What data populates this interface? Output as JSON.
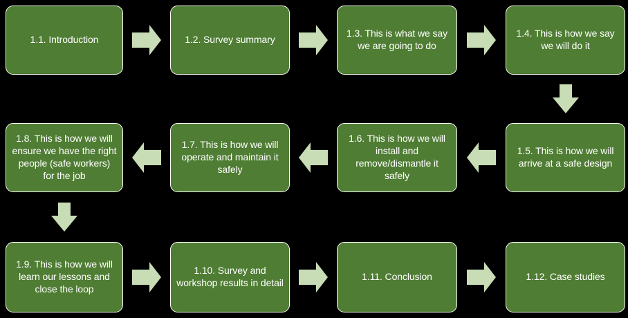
{
  "colors": {
    "background": "#000000",
    "box_fill": "#4f7d33",
    "box_border": "#fdfdfb",
    "box_text": "#ffffff",
    "arrow_fill": "#c8dcb6"
  },
  "flow": {
    "type": "snake",
    "row_directions": [
      "right",
      "left",
      "right"
    ]
  },
  "steps": [
    {
      "label": "1.1. Introduction"
    },
    {
      "label": "1.2. Survey summary"
    },
    {
      "label": "1.3. This is what we say we are going to do"
    },
    {
      "label": "1.4. This is how we say we will do it"
    },
    {
      "label": "1.5. This is how we will arrive at a safe design"
    },
    {
      "label": "1.6. This is how we will install and remove/dismantle it safely"
    },
    {
      "label": "1.7. This is how we will operate and maintain it safely"
    },
    {
      "label": "1.8. This is how we will ensure we have the right people (safe workers) for the job"
    },
    {
      "label": "1.9. This is how we will learn our lessons and close the loop"
    },
    {
      "label": "1.10. Survey and workshop results in detail"
    },
    {
      "label": "1.11. Conclusion"
    },
    {
      "label": "1.12. Case studies"
    }
  ]
}
